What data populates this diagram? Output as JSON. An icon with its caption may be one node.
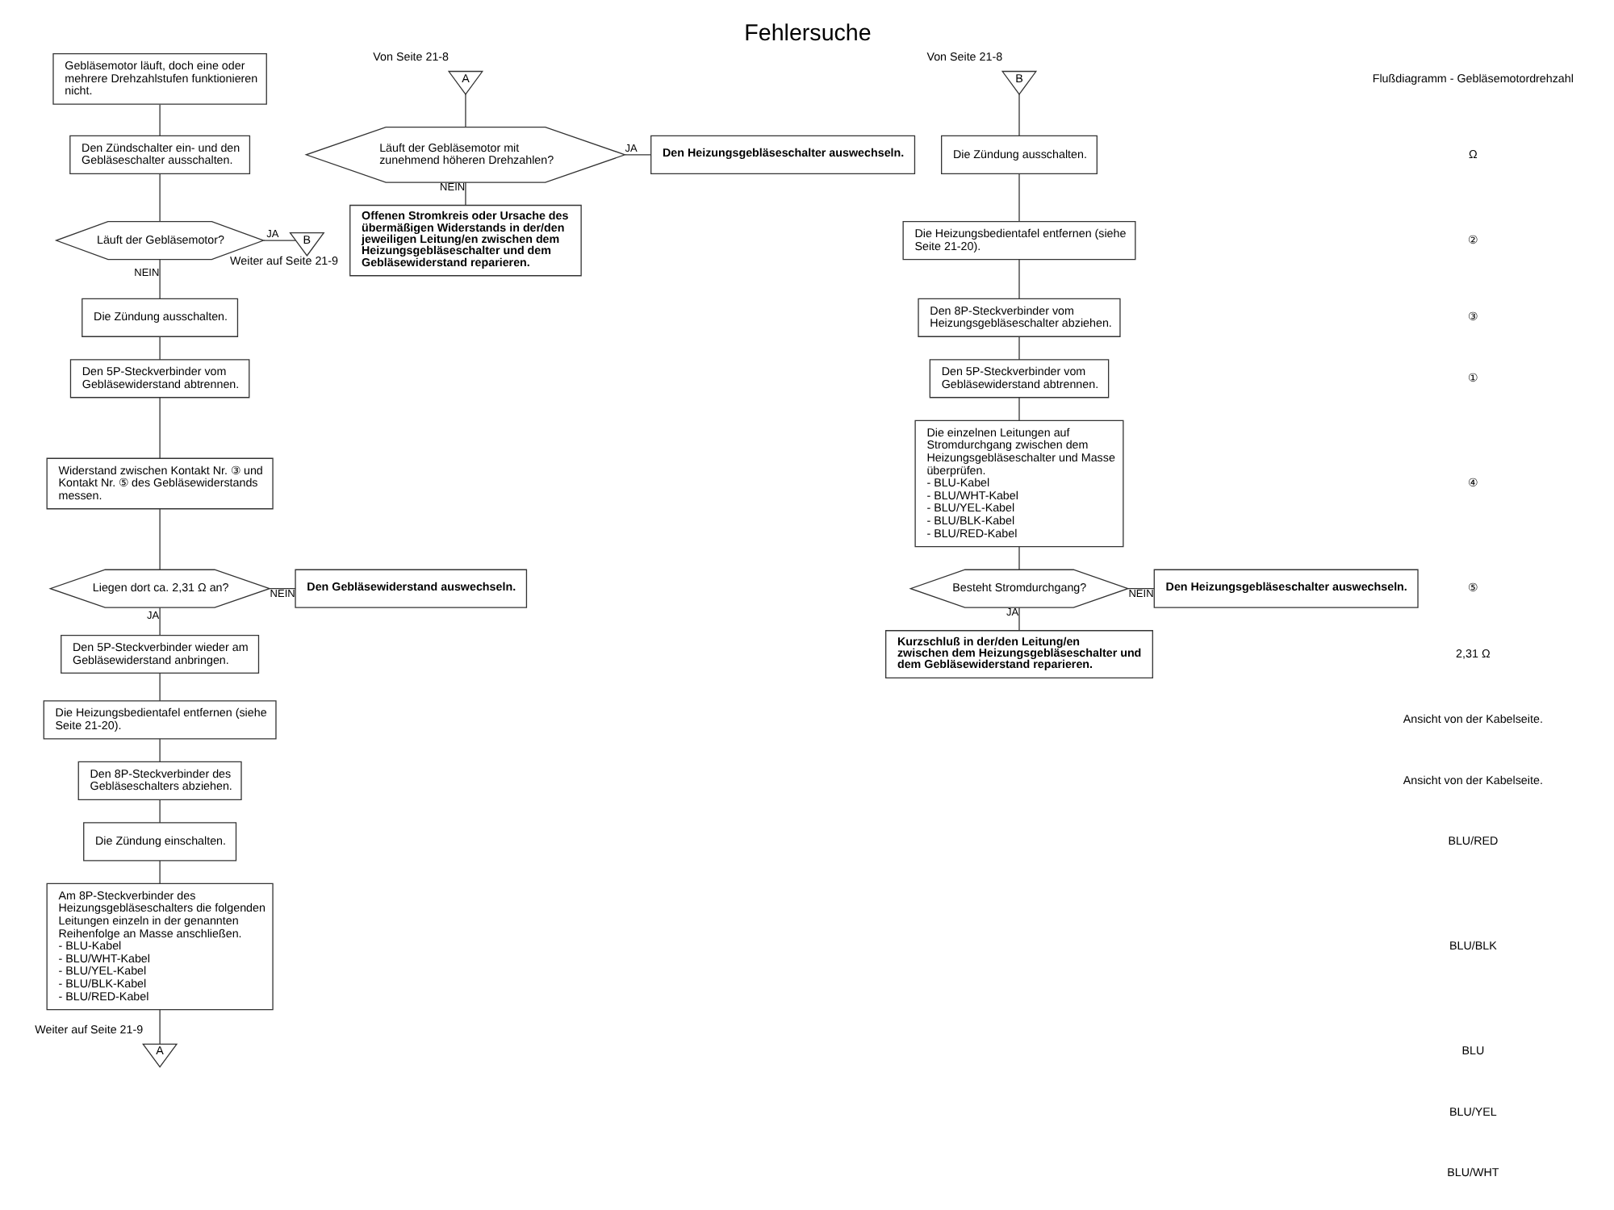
{
  "diagram": {
    "title": "Fehlersuche",
    "nodes": [
      {
        "text": [
          "Gebläsemotor läuft, doch eine oder mehrere Drehzahlstufen funktionieren nicht."
        ]
      },
      {
        "text": [
          "Den Zündschalter ein- und den Gebläseschalter ausschalten."
        ]
      },
      {
        "text": [
          "Läuft der Gebläsemotor?"
        ]
      },
      {
        "text": [
          "B"
        ],
        "beside": [
          "Weiter auf Seite 21-9"
        ]
      },
      {
        "text": [
          "Die Zündung ausschalten."
        ]
      },
      {
        "text": [
          "Den 5P-Steckverbinder vom Gebläsewiderstand abtrennen."
        ]
      },
      {
        "text": [
          "Widerstand zwischen Kontakt Nr. ③ und Kontakt Nr. ⑤ des Gebläsewiderstands messen."
        ]
      },
      {
        "text": [
          "Liegen dort ca. 2,31 Ω an?"
        ]
      },
      {
        "text": [
          "Den Gebläsewiderstand auswechseln."
        ]
      },
      {
        "text": [
          "Den 5P-Steckverbinder wieder am Gebläsewiderstand anbringen."
        ]
      },
      {
        "text": [
          "Die Heizungsbedientafel entfernen (siehe Seite 21-20)."
        ]
      },
      {
        "text": [
          "Den 8P-Steckverbinder des Gebläseschalters abziehen."
        ]
      },
      {
        "text": [
          "Die Zündung einschalten."
        ]
      },
      {
        "text": [
          "Am 8P-Steckverbinder des Heizungsgebläseschalters die folgenden Leitungen einzeln in der genannten Reihenfolge an Masse anschließen.",
          "- BLU-Kabel",
          "- BLU/WHT-Kabel",
          "- BLU/YEL-Kabel",
          "- BLU/BLK-Kabel",
          "- BLU/RED-Kabel"
        ]
      },
      {
        "text": [
          "A"
        ],
        "beside": [
          "Weiter auf Seite 21-9"
        ]
      },
      {
        "text": [
          "A"
        ],
        "beside": [
          "Von Seite 21-8"
        ]
      },
      {
        "text": [
          "Läuft der Gebläsemotor mit zunehmend höheren Drehzahlen?"
        ]
      },
      {
        "text": [
          "Den Heizungsgebläseschalter auswechseln."
        ]
      },
      {
        "text": [
          "Offenen Stromkreis oder Ursache des übermäßigen Widerstands in der/den jeweiligen Leitung/en zwischen dem Heizungsgebläseschalter und dem Gebläsewiderstand reparieren."
        ]
      },
      {
        "text": [
          "B"
        ],
        "beside": [
          "Von Seite 21-8"
        ]
      },
      {
        "text": [
          "Die Zündung ausschalten."
        ]
      },
      {
        "text": [
          "Die Heizungsbedientafel entfernen (siehe Seite 21-20)."
        ]
      },
      {
        "text": [
          "Den 8P-Steckverbinder vom Heizungsgebläseschalter abziehen."
        ]
      },
      {
        "text": [
          "Den 5P-Steckverbinder vom Gebläsewiderstand abtrennen."
        ]
      },
      {
        "text": [
          "Die einzelnen Leitungen auf Stromdurchgang zwischen dem Heizungsgebläseschalter und Masse überprüfen.",
          "- BLU-Kabel",
          "- BLU/WHT-Kabel",
          "- BLU/YEL-Kabel",
          "- BLU/BLK-Kabel",
          "- BLU/RED-Kabel"
        ]
      },
      {
        "text": [
          "Besteht Stromdurchgang?"
        ]
      },
      {
        "text": [
          "Den Heizungsgebläseschalter auswechseln."
        ]
      },
      {
        "text": [
          "Kurzschluß in der/den Leitung/en zwischen dem Heizungsgebläseschalter und dem Gebläsewiderstand reparieren."
        ]
      }
    ],
    "edges": [
      {
        "from": 0,
        "to": 1,
        "arrow": "none"
      },
      {
        "from": 1,
        "to": 2,
        "arrow": "none"
      },
      {
        "from": 2,
        "to": 3,
        "arrow": "none",
        "label": "JA"
      },
      {
        "from": 2,
        "to": 4,
        "arrow": "none",
        "label": "NEIN"
      },
      {
        "from": 4,
        "to": 5,
        "arrow": "none"
      },
      {
        "from": 5,
        "to": 6,
        "arrow": "none"
      },
      {
        "from": 6,
        "to": 7,
        "arrow": "none"
      },
      {
        "from": 7,
        "to": 8,
        "arrow": "none",
        "label": "NEIN"
      },
      {
        "from": 7,
        "to": 9,
        "arrow": "none",
        "label": "JA"
      },
      {
        "from": 9,
        "to": 10,
        "arrow": "none"
      },
      {
        "from": 10,
        "to": 11,
        "arrow": "none"
      },
      {
        "from": 11,
        "to": 12,
        "arrow": "none"
      },
      {
        "from": 12,
        "to": 13,
        "arrow": "none"
      },
      {
        "from": 13,
        "to": 14,
        "arrow": "none"
      },
      {
        "from": 15,
        "to": 16,
        "arrow": "none"
      },
      {
        "from": 16,
        "to": 17,
        "arrow": "none",
        "label": "JA"
      },
      {
        "from": 16,
        "to": 18,
        "arrow": "none",
        "label": "NEIN"
      },
      {
        "from": 19,
        "to": 20,
        "arrow": "none"
      },
      {
        "from": 20,
        "to": 21,
        "arrow": "none"
      },
      {
        "from": 21,
        "to": 22,
        "arrow": "none"
      },
      {
        "from": 22,
        "to": 23,
        "arrow": "none"
      },
      {
        "from": 23,
        "to": 24,
        "arrow": "none"
      },
      {
        "from": 24,
        "to": 25,
        "arrow": "none"
      },
      {
        "from": 25,
        "to": 26,
        "arrow": "none",
        "label": "NEIN"
      },
      {
        "from": 25,
        "to": 27,
        "arrow": "none",
        "label": "JA"
      }
    ],
    "labels": [
      "Flußdiagramm - Gebläsemotordrehzahl",
      "Ω",
      "②",
      "③",
      "①",
      "④",
      "⑤",
      "2,31 Ω",
      "Ansicht von der Kabelseite.",
      "Ansicht von der Kabelseite.",
      "BLU/RED",
      "BLU/BLK",
      "BLU",
      "BLU/YEL",
      "BLU/WHT"
    ]
  }
}
